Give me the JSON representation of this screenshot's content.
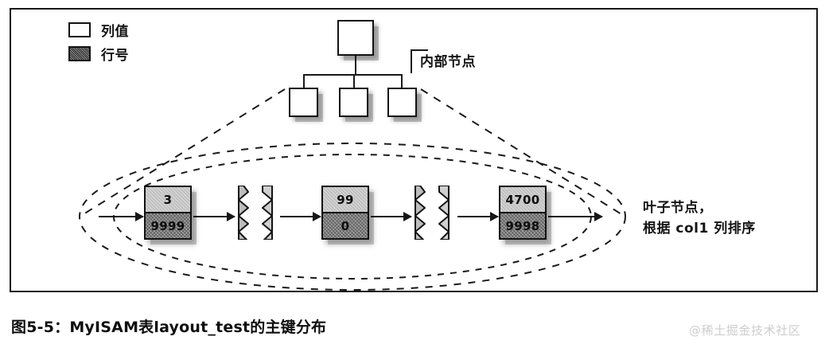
{
  "figure": {
    "caption": "图5-5：MyISAM表layout_test的主键分布",
    "watermark": "@稀土掘金技术社区"
  },
  "legend": {
    "items": [
      {
        "label": "列值",
        "swatch": "column-value-swatch",
        "fill": "#fdfdfd"
      },
      {
        "label": "行号",
        "swatch": "row-number-swatch",
        "fill": "#4a4a4a"
      }
    ]
  },
  "tree": {
    "root": {
      "name": "root-node",
      "label": ""
    },
    "internal_nodes": [
      {
        "name": "internal-node-1",
        "label": ""
      },
      {
        "name": "internal-node-2",
        "label": ""
      },
      {
        "name": "internal-node-3",
        "label": ""
      }
    ],
    "internal_label": "内部节点",
    "leaf_label_line1": "叶子节点，",
    "leaf_label_line2": "根据 col1 列排序"
  },
  "leaves": [
    {
      "name": "leaf-node-1",
      "value": "3",
      "rownum": "9999"
    },
    {
      "name": "leaf-node-2",
      "value": "99",
      "rownum": "0"
    },
    {
      "name": "leaf-node-3",
      "value": "4700",
      "rownum": "9998"
    }
  ],
  "breaks": [
    {
      "name": "break-symbol-1",
      "glyph": "zigzag-break-icon"
    },
    {
      "name": "break-symbol-2",
      "glyph": "zigzag-break-icon"
    }
  ],
  "colors": {
    "ink": "#141414",
    "value_fill": "#d2d2d2",
    "rownum_fill": "#9d9d9d",
    "watermark": "#cdcdcd"
  }
}
